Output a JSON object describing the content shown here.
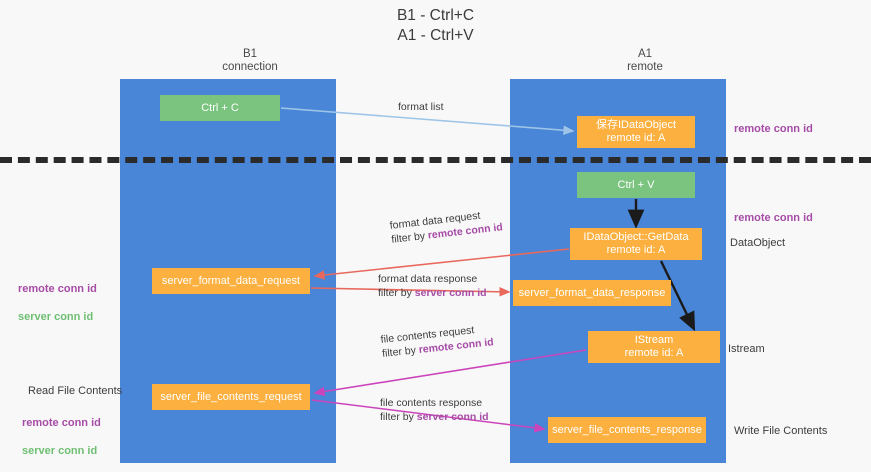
{
  "title": "B1 - Ctrl+C\nA1 - Ctrl+V",
  "lanes": [
    {
      "name": "b1",
      "header": "B1\nconnection"
    },
    {
      "name": "a1",
      "header": "A1\nremote"
    }
  ],
  "nodes": {
    "ctrl_c": "Ctrl + C",
    "store_dataobject": "保存IDataObject\nremote id: A",
    "ctrl_v": "Ctrl + V",
    "getdata": "IDataObject::GetData\nremote id: A",
    "server_format_data_request": "server_format_data_request",
    "server_format_data_response": "server_format_data_response",
    "istream": "IStream\nremote id: A",
    "server_file_contents_request": "server_file_contents_request",
    "server_file_contents_response": "server_file_contents_response"
  },
  "edge_labels": {
    "format_list": "format list",
    "format_data_request": "format data request",
    "format_data_request_filter_prefix": "filter by ",
    "format_data_request_filter_key": "remote conn id",
    "format_data_response": "format data response",
    "format_data_response_filter_prefix": "filter by ",
    "format_data_response_filter_key": "server conn id",
    "file_contents_request": "file contents request",
    "file_contents_request_filter_prefix": "filter by ",
    "file_contents_request_filter_key": "remote conn id",
    "file_contents_response": "file contents response",
    "file_contents_response_filter_prefix": "filter by ",
    "file_contents_response_filter_key": "server conn id"
  },
  "annotations": {
    "right_remote_conn_id_top": "remote conn id",
    "right_remote_conn_id_mid": "remote conn id",
    "right_dataobject": "DataObject",
    "right_istream": "Istream",
    "right_write_file_contents": "Write File Contents",
    "left_remote_conn_id": "remote conn id",
    "left_server_conn_id": "server conn id",
    "left_read_file_contents": "Read File Contents",
    "left_remote_conn_id_2": "remote conn id",
    "left_server_conn_id_2": "server conn id"
  },
  "colors": {
    "lane": "#4a86d8",
    "green_box": "#7ac47f",
    "orange_box": "#fbb040",
    "divider": "#2b2b2b",
    "purple_text": "#a64ca6",
    "green_text": "#6fbf73",
    "arrow_blue": "#9ec5e8",
    "arrow_red": "#e8685c",
    "arrow_magenta": "#cc44bb",
    "arrow_black": "#1a1a1a",
    "background": "#f8f8f8"
  }
}
